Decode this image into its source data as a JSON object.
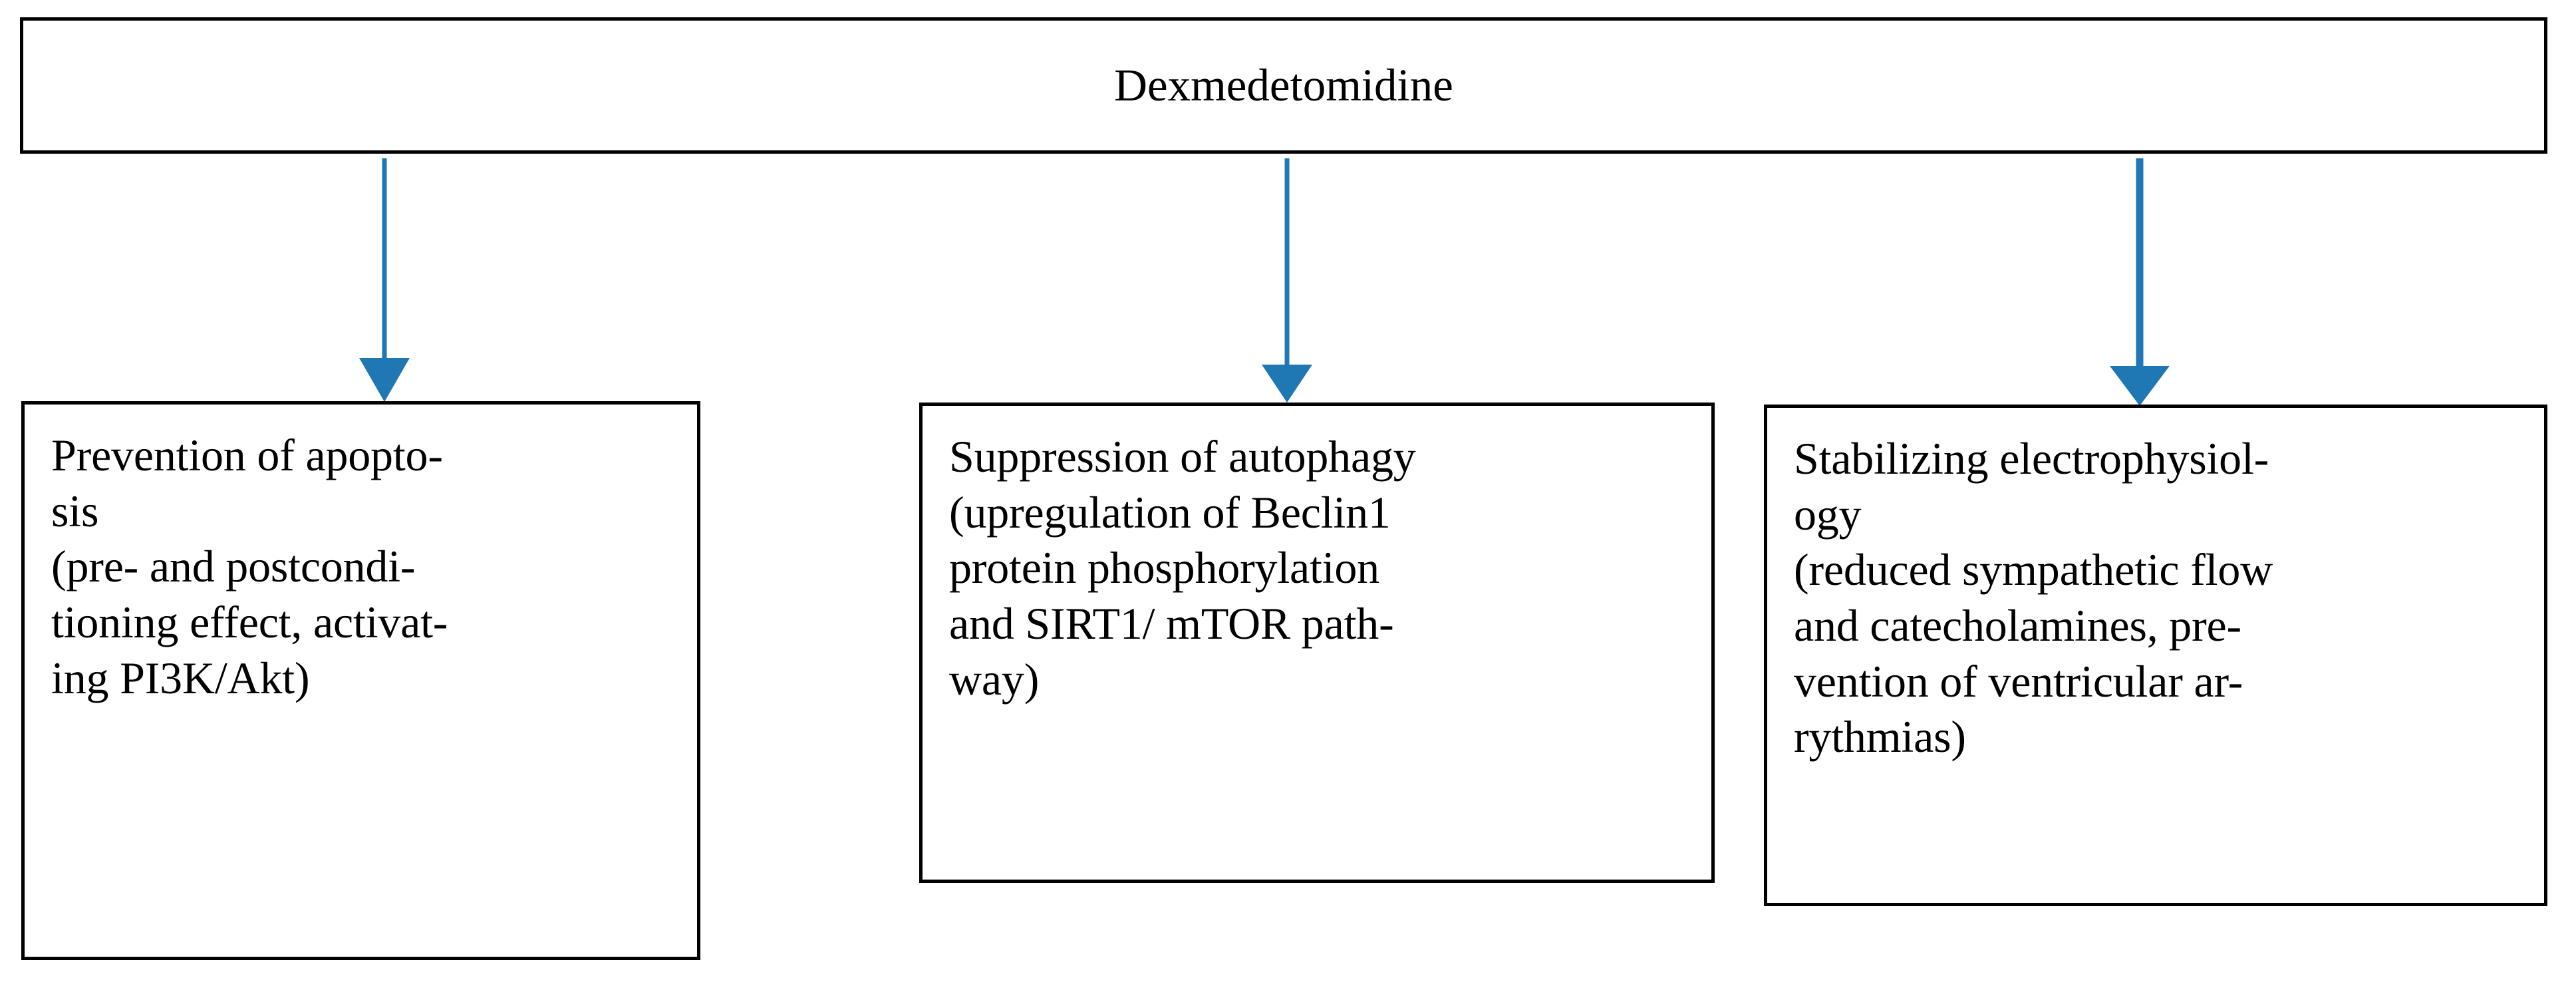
{
  "diagram": {
    "type": "flowchart",
    "orientation": "top-down",
    "accent_color": "#1f77b4",
    "border_color": "#000000",
    "background_color": "#ffffff",
    "text_color": "#000000",
    "root": {
      "id": "dexmedetomidine",
      "label": "Dexmedetomidine"
    },
    "children": [
      {
        "id": "prevention-of-apoptosis",
        "label": "Prevention of apopto-\nsis\n(pre- and postcondi-\ntioning effect, activat-\ning PI3K/Akt)",
        "plain_label": "Prevention of apoptosis (pre- and postconditioning effect, activating PI3K/Akt)"
      },
      {
        "id": "suppression-of-autophagy",
        "label": "Suppression of autophagy\n(upregulation of Beclin1\nprotein phosphorylation\nand SIRT1/ mTOR path-\nway)",
        "plain_label": "Suppression of autophagy (upregulation of Beclin1 protein phosphorylation and SIRT1/ mTOR pathway)"
      },
      {
        "id": "stabilizing-electrophysiology",
        "label": "Stabilizing electrophysiol-\nogy\n(reduced sympathetic flow\nand catecholamines, pre-\nvention of ventricular ar-\nrythmias)",
        "plain_label": "Stabilizing electrophysiology (reduced sympathetic flow and catecholamines, prevention of ventricular arrythmias)"
      }
    ],
    "connectors": [
      {
        "id": "arrow-1",
        "from": "dexmedetomidine",
        "to": "prevention-of-apoptosis",
        "icon": "arrow-down-icon"
      },
      {
        "id": "arrow-2",
        "from": "dexmedetomidine",
        "to": "suppression-of-autophagy",
        "icon": "arrow-down-icon"
      },
      {
        "id": "arrow-3",
        "from": "dexmedetomidine",
        "to": "stabilizing-electrophysiology",
        "icon": "arrow-down-icon"
      }
    ]
  }
}
